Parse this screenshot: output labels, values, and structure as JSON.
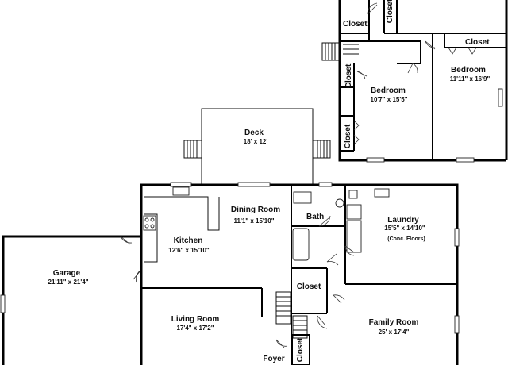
{
  "rooms": {
    "closet_top": {
      "name": "Closet"
    },
    "closet_top_right": {
      "name": "Closet"
    },
    "closet_upper_stair": {
      "name": "Closet"
    },
    "closet_upper_mid": {
      "name": "Closet"
    },
    "bedroom_right": {
      "name": "Bedroom",
      "dims": "11'11\" x 16'9\""
    },
    "bedroom_left": {
      "name": "Bedroom",
      "dims": "10'7\" x 15'5\""
    },
    "deck": {
      "name": "Deck",
      "dims": "18' x 12'"
    },
    "dining": {
      "name": "Dining Room",
      "dims": "11'1\" x 15'10\""
    },
    "bath": {
      "name": "Bath"
    },
    "laundry": {
      "name": "Laundry",
      "dims": "15'5\" x 14'10\"",
      "note": "(Conc. Floors)"
    },
    "kitchen": {
      "name": "Kitchen",
      "dims": "12'6\" x 15'10\""
    },
    "garage": {
      "name": "Garage",
      "dims": "21'11\" x 21'4\""
    },
    "closet_mid": {
      "name": "Closet"
    },
    "living": {
      "name": "Living Room",
      "dims": "17'4\" x 17'2\""
    },
    "family": {
      "name": "Family Room",
      "dims": "25' x 17'4\""
    },
    "foyer": {
      "name": "Foyer"
    },
    "closet_foyer": {
      "name": "Closet"
    },
    "closet_top_partial": {
      "name": "Closet"
    }
  }
}
